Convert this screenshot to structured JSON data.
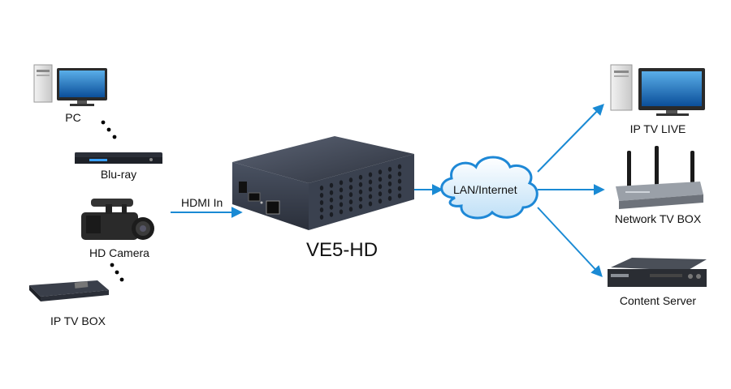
{
  "sources": [
    {
      "id": "pc",
      "label": "PC"
    },
    {
      "id": "bluray",
      "label": "Blu-ray"
    },
    {
      "id": "camera",
      "label": "HD Camera"
    },
    {
      "id": "iptvbox",
      "label": "IP TV BOX"
    }
  ],
  "link_in_label": "HDMI  In",
  "device": {
    "name": "VE5-HD"
  },
  "network": {
    "label": "LAN/Internet"
  },
  "targets": [
    {
      "id": "iptvlive",
      "label": "IP TV LIVE"
    },
    {
      "id": "nettvbox",
      "label": "Network TV BOX"
    },
    {
      "id": "server",
      "label": "Content Server"
    }
  ],
  "colors": {
    "arrow": "#1a8ad4",
    "cloud": "#1e88d6",
    "device_body": "#3d4452"
  }
}
